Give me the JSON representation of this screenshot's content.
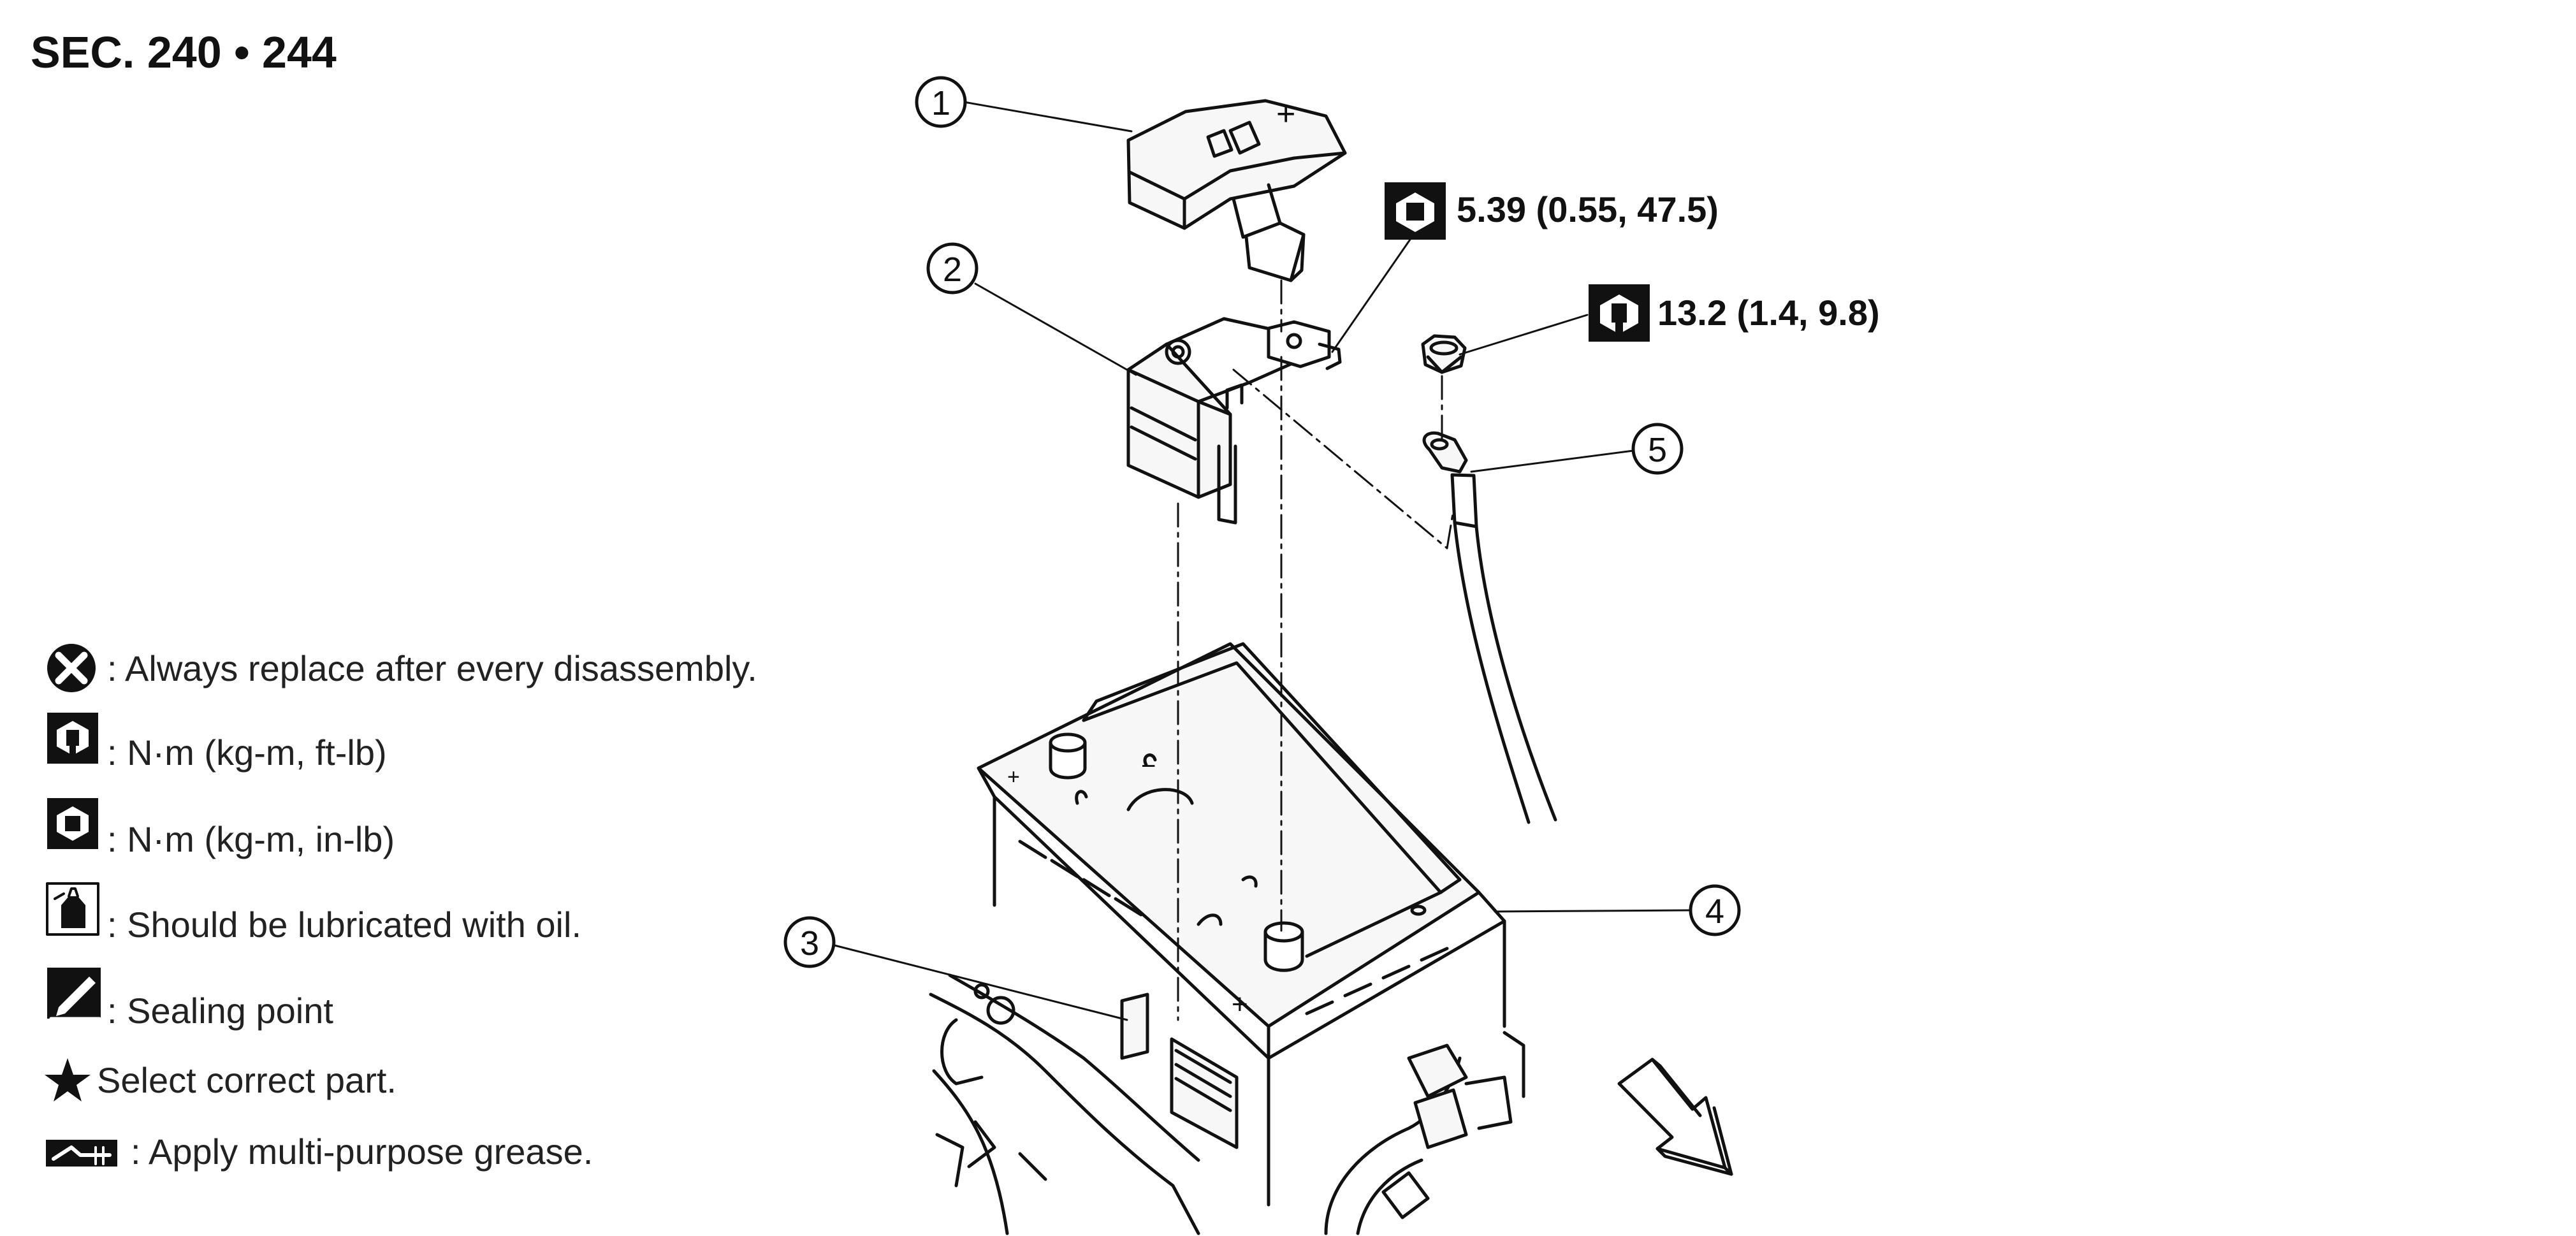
{
  "header": {
    "section": "SEC. 240 • 244"
  },
  "callouts": [
    {
      "id": "callout-1",
      "number": "1"
    },
    {
      "id": "callout-2",
      "number": "2"
    },
    {
      "id": "callout-3",
      "number": "3"
    },
    {
      "id": "callout-4",
      "number": "4"
    },
    {
      "id": "callout-5",
      "number": "5"
    }
  ],
  "torques": {
    "terminal_clamp": {
      "icon": "torque-in-lb-icon",
      "value": "5.39 (0.55, 47.5)"
    },
    "cable_nut": {
      "icon": "torque-ft-lb-icon",
      "value": "13.2 (1.4, 9.8)"
    }
  },
  "legend": [
    {
      "icon": "always-replace-icon",
      "text": ": Always replace after every disassembly."
    },
    {
      "icon": "torque-ft-lb-icon",
      "text": ": N·m (kg-m, ft-lb)"
    },
    {
      "icon": "torque-in-lb-icon",
      "text": ": N·m (kg-m, in-lb)"
    },
    {
      "icon": "oil-can-icon",
      "text": ": Should be lubricated with oil."
    },
    {
      "icon": "sealing-point-icon",
      "text": ": Sealing point"
    },
    {
      "icon": "star-icon",
      "text": "Select correct part."
    },
    {
      "icon": "grease-icon",
      "text": ": Apply multi-purpose grease."
    }
  ],
  "battery_marks": {
    "positive": "+",
    "negative": "−"
  },
  "orientation": {
    "icon": "front-arrow-icon"
  },
  "colors": {
    "line": "#111111",
    "background": "#ffffff",
    "part_fill": "#f7f7f7"
  }
}
